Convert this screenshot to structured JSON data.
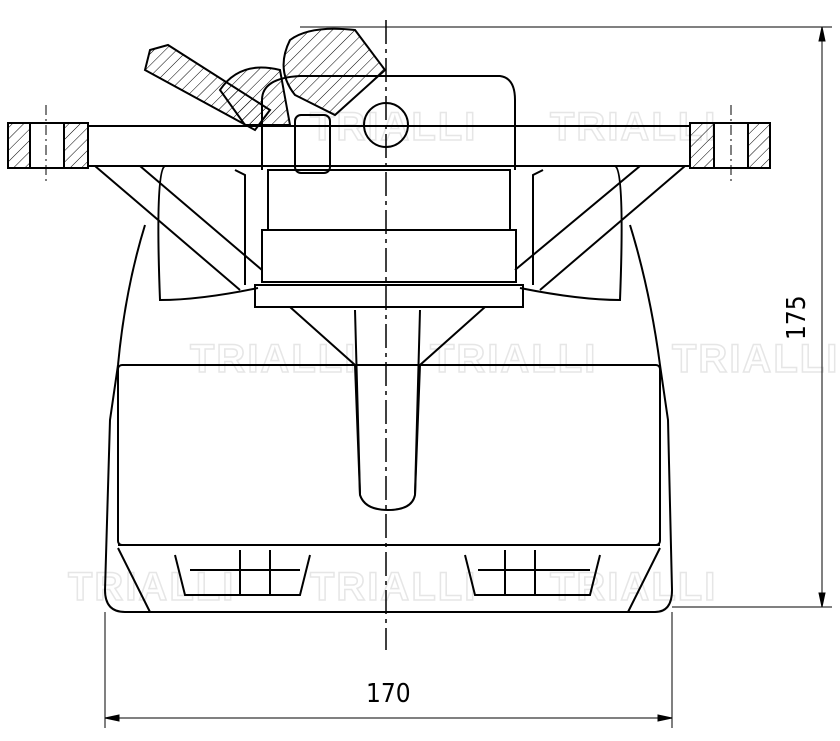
{
  "drawing": {
    "dimension_width": "170",
    "dimension_height": "175",
    "watermark": "TRIALLI",
    "line_color": "#000000",
    "watermark_color": "#e6e6e6"
  }
}
